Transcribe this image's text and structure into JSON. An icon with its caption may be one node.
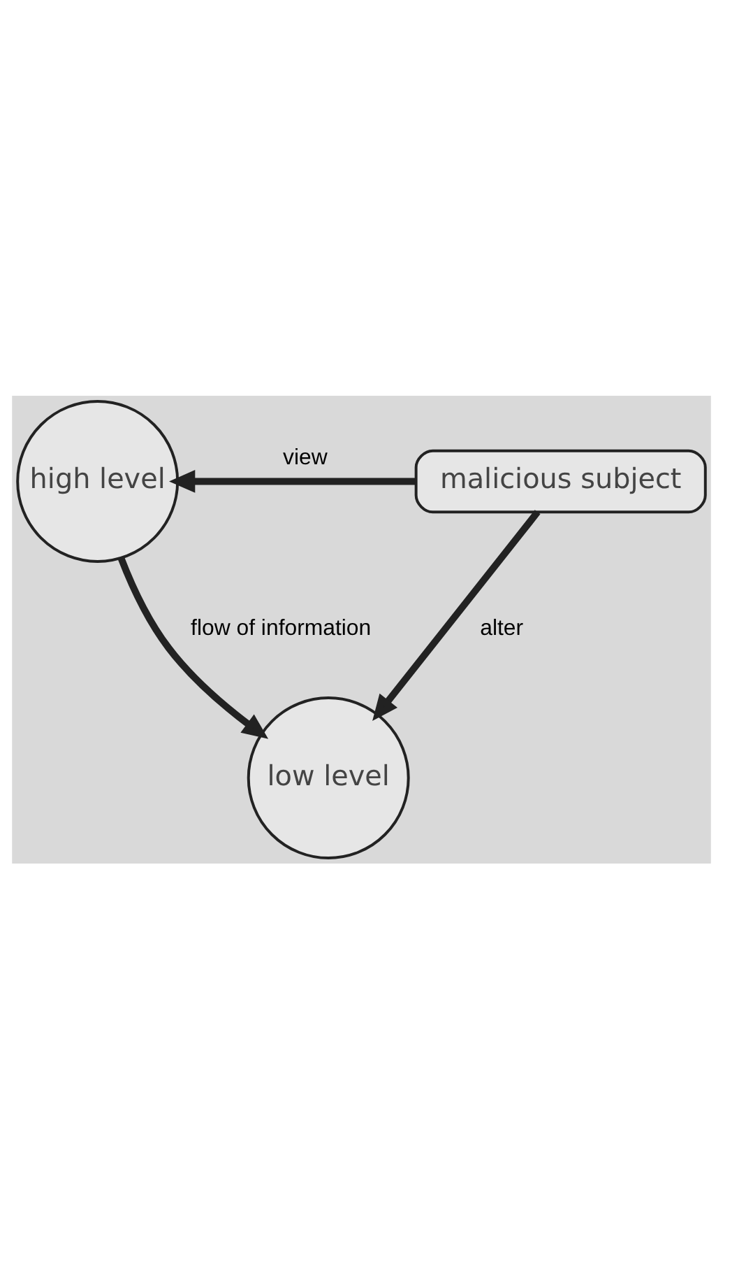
{
  "diagram": {
    "nodes": [
      {
        "text": [
          "high level"
        ]
      },
      {
        "text": [
          "malicious subject"
        ]
      },
      {
        "text": [
          "low level"
        ]
      }
    ],
    "edges": [
      {
        "from": 1,
        "to": 0,
        "arrow": "to",
        "label": "view"
      },
      {
        "from": 1,
        "to": 2,
        "arrow": "to",
        "label": "alter"
      },
      {
        "from": 0,
        "to": 2,
        "arrow": "to",
        "label": "flow of information"
      }
    ]
  }
}
